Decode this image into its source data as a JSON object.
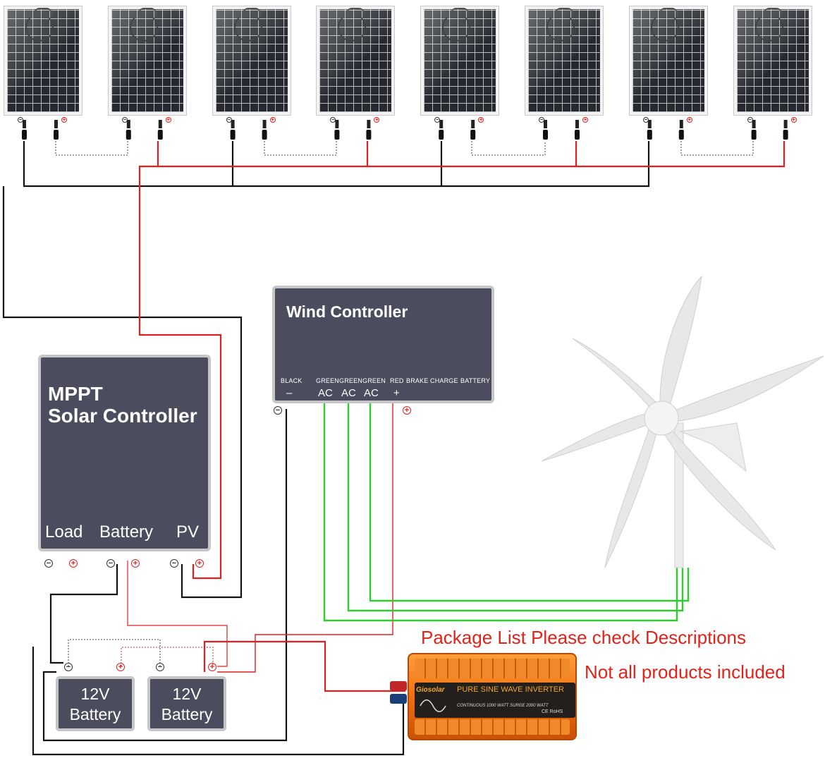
{
  "wind_controller": {
    "title": "Wind Controller",
    "terminals": [
      {
        "top": "BLACK",
        "bottom": "–"
      },
      {
        "top": "GREEN",
        "bottom": "AC"
      },
      {
        "top": "GREEN",
        "bottom": "AC"
      },
      {
        "top": "GREEN",
        "bottom": "AC"
      },
      {
        "top": "RED",
        "bottom": "+"
      },
      {
        "top": "BRAKE",
        "bottom": ""
      },
      {
        "top": "CHARGE",
        "bottom": ""
      },
      {
        "top": "BATTERY",
        "bottom": ""
      }
    ]
  },
  "mppt_controller": {
    "title_line1": "MPPT",
    "title_line2": "Solar Controller",
    "terminals": [
      "Load",
      "Battery",
      "PV"
    ]
  },
  "batteries": [
    {
      "line1": "12V",
      "line2": "Battery"
    },
    {
      "line1": "12V",
      "line2": "Battery"
    }
  ],
  "inverter": {
    "brand": "Giosolar",
    "model": "PURE SINE WAVE INVERTER",
    "spec": "CONTINUOUS 1000 WATT SURGE 2000 WATT",
    "cert": "CE RoHS"
  },
  "notes": {
    "package": "Package List Please check Descriptions",
    "not_all": "Not all products included"
  },
  "symbols": {
    "negative": "−",
    "positive": "+"
  },
  "colors": {
    "negative_wire": "#111111",
    "positive_wire": "#e02020",
    "ac_wire": "#2ecc2e",
    "controller_body": "#4b4d5e",
    "note_text": "#e2231a",
    "inverter_body": "#f07a1a"
  },
  "solar_panel_count": 8
}
